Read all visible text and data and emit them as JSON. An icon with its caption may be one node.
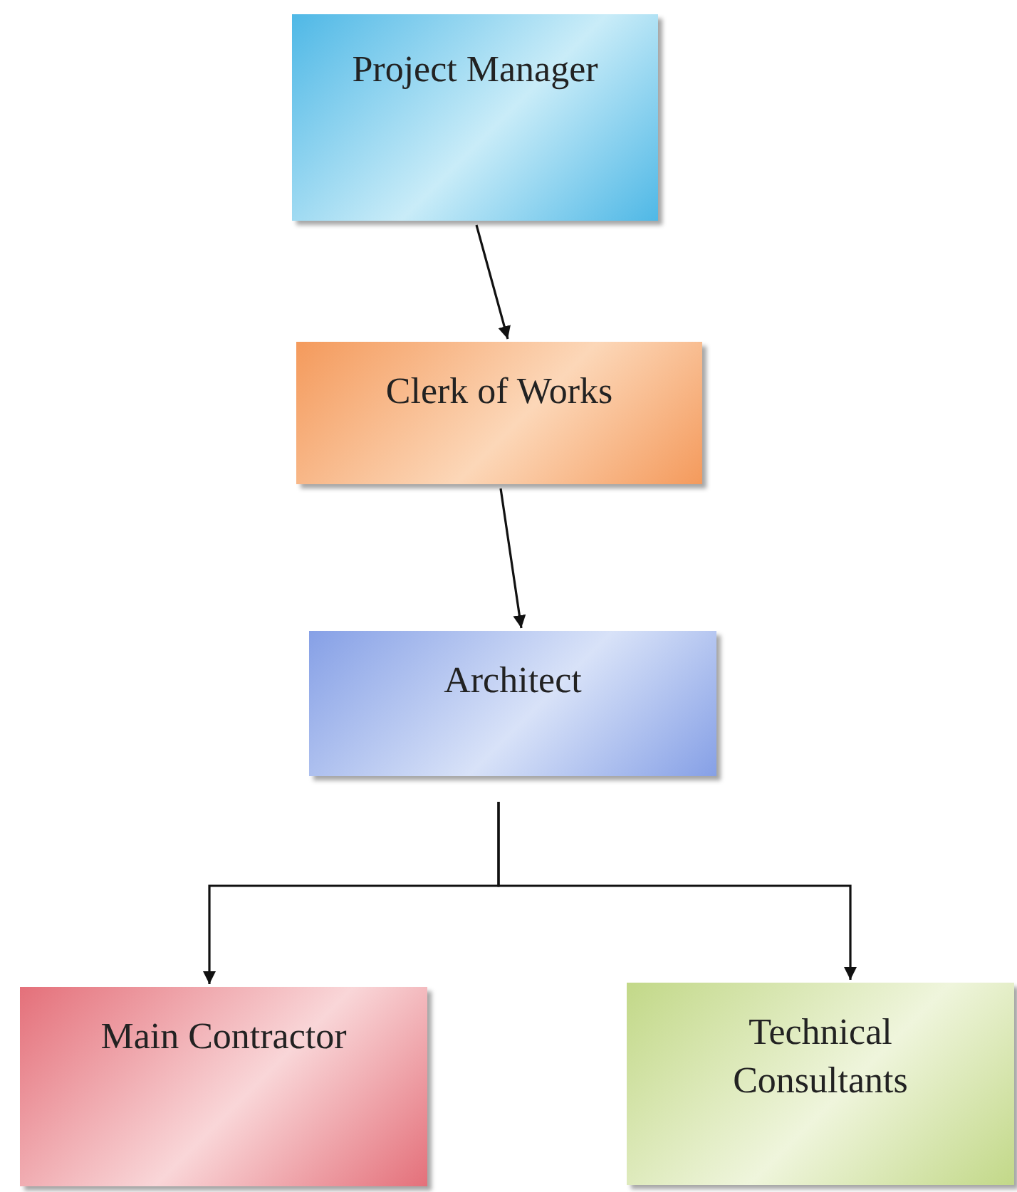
{
  "diagram": {
    "nodes": [
      {
        "text": [
          "Project Manager"
        ]
      },
      {
        "text": [
          "Clerk of Works"
        ]
      },
      {
        "text": [
          "Architect"
        ]
      },
      {
        "text": [
          "Main Contractor"
        ]
      },
      {
        "text": [
          "Technical Consultants"
        ]
      }
    ],
    "edges": [
      {
        "from": 0,
        "to": 1,
        "arrow": "to"
      },
      {
        "from": 1,
        "to": 2,
        "arrow": "to"
      },
      {
        "from": 2,
        "to": 3,
        "arrow": "to"
      },
      {
        "from": 2,
        "to": 4,
        "arrow": "to"
      }
    ]
  }
}
